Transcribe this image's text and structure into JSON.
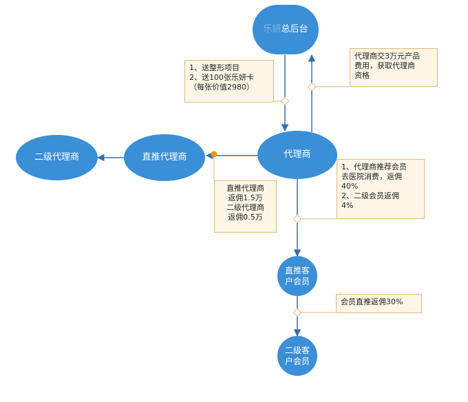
{
  "nodes": {
    "headquarters": {
      "faded_prefix": "乐妍",
      "label": "总后台"
    },
    "agent": {
      "label": "代理商"
    },
    "direct_agent": {
      "label": "直推代理商"
    },
    "secondary_agent": {
      "label": "二级代理商"
    },
    "direct_member": {
      "label": "直推客\n户会员"
    },
    "secondary_member": {
      "label": "二级客\n户会员"
    }
  },
  "notes": {
    "gift": "1、送整形项目\n2、送100张乐妍卡\n（每张价值2980）",
    "fee": "代理商交3万元产品\n费用，获取代理商\n资格",
    "agent_rebate": "直推代理商\n返佣1.5万\n二级代理商\n返佣0.5万",
    "hospital_rebate": "1、代理商推荐会员\n去医院消费，返佣\n40%\n2、二级会员返佣\n4%",
    "member_rebate": "会员直推返佣30%"
  },
  "colors": {
    "node_fill": "#3a8fd6",
    "line": "#2f6fb0",
    "note_fill": "#fff6e8",
    "note_border": "#e0b97a",
    "dot": "#e89a00"
  }
}
